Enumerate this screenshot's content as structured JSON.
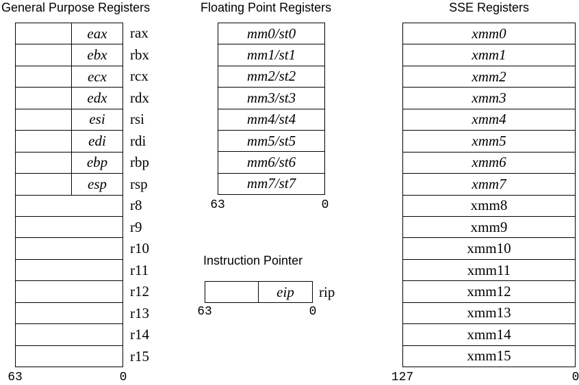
{
  "colors": {
    "background": "#ffffff",
    "text": "#000000",
    "border": "#000000"
  },
  "gpr": {
    "title": "General Purpose Registers",
    "bit_high": "63",
    "bit_low": "0",
    "rows": [
      {
        "inner": "eax",
        "label": "rax"
      },
      {
        "inner": "ebx",
        "label": "rbx"
      },
      {
        "inner": "ecx",
        "label": "rcx"
      },
      {
        "inner": "edx",
        "label": "rdx"
      },
      {
        "inner": "esi",
        "label": "rsi"
      },
      {
        "inner": "edi",
        "label": "rdi"
      },
      {
        "inner": "ebp",
        "label": "rbp"
      },
      {
        "inner": "esp",
        "label": "rsp"
      },
      {
        "label": "r8"
      },
      {
        "label": "r9"
      },
      {
        "label": "r10"
      },
      {
        "label": "r11"
      },
      {
        "label": "r12"
      },
      {
        "label": "r13"
      },
      {
        "label": "r14"
      },
      {
        "label": "r15"
      }
    ]
  },
  "fpu": {
    "title": "Floating Point Registers",
    "bit_high": "63",
    "bit_low": "0",
    "rows": [
      {
        "text": "mm0/st0"
      },
      {
        "text": "mm1/st1"
      },
      {
        "text": "mm2/st2"
      },
      {
        "text": "mm3/st3"
      },
      {
        "text": "mm4/st4"
      },
      {
        "text": "mm5/st5"
      },
      {
        "text": "mm6/st6"
      },
      {
        "text": "mm7/st7"
      }
    ]
  },
  "ip": {
    "title": "Instruction Pointer",
    "inner": "eip",
    "label": "rip",
    "bit_high": "63",
    "bit_low": "0"
  },
  "sse": {
    "title": "SSE Registers",
    "bit_high": "127",
    "bit_low": "0",
    "rows": [
      {
        "text": "xmm0"
      },
      {
        "text": "xmm1"
      },
      {
        "text": "xmm2"
      },
      {
        "text": "xmm3"
      },
      {
        "text": "xmm4"
      },
      {
        "text": "xmm5"
      },
      {
        "text": "xmm6"
      },
      {
        "text": "xmm7"
      },
      {
        "text": "xmm8"
      },
      {
        "text": "xmm9"
      },
      {
        "text": "xmm10"
      },
      {
        "text": "xmm11"
      },
      {
        "text": "xmm12"
      },
      {
        "text": "xmm13"
      },
      {
        "text": "xmm14"
      },
      {
        "text": "xmm15"
      }
    ]
  }
}
